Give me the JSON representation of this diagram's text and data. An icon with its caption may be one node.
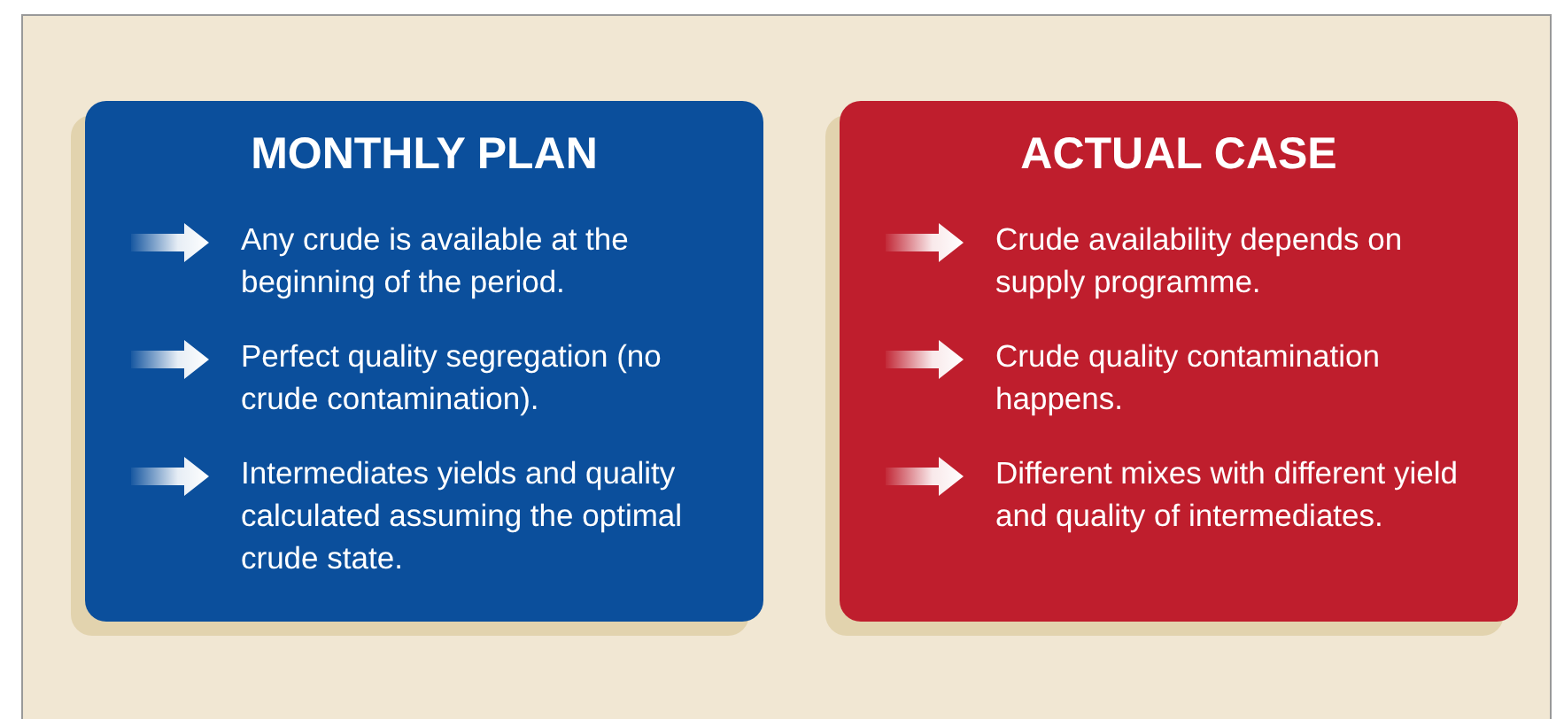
{
  "diagram": {
    "nodes": [
      {
        "text": [
          "MONTHLY PLAN",
          "Any crude is available at the beginning of the period.",
          "Perfect quality segregation (no crude contamination).",
          "Intermediates yields and quality calculated assuming the optimal crude state."
        ]
      },
      {
        "text": [
          "ACTUAL CASE",
          "Crude availability depends on supply programme.",
          "Crude quality contamination happens.",
          "Different mixes with different yield and quality of intermediates."
        ]
      }
    ],
    "edges": []
  }
}
